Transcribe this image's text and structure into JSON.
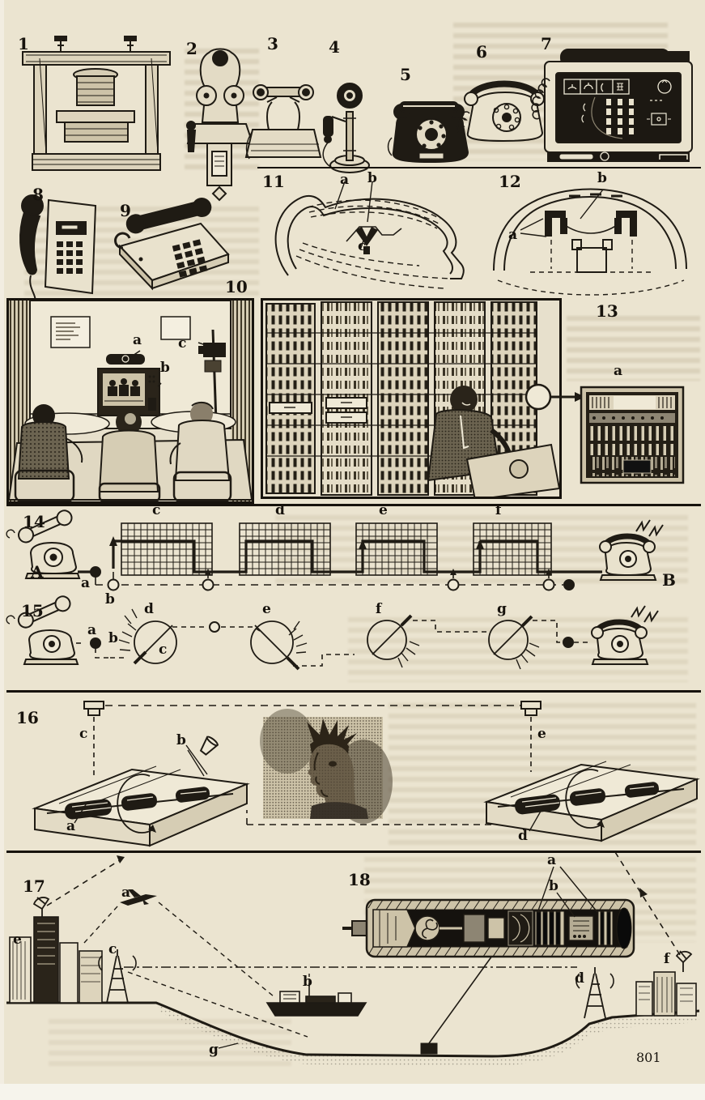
{
  "page": {
    "number": "801"
  },
  "figures": {
    "f1": {
      "num": "1"
    },
    "f2": {
      "num": "2"
    },
    "f3": {
      "num": "3"
    },
    "f4": {
      "num": "4"
    },
    "f5": {
      "num": "5"
    },
    "f6": {
      "num": "6"
    },
    "f7": {
      "num": "7"
    },
    "f8": {
      "num": "8"
    },
    "f9": {
      "num": "9"
    },
    "f10": {
      "num": "10",
      "a": "a",
      "b": "b",
      "c": "c"
    },
    "f11": {
      "num": "11",
      "a": "a",
      "b": "b",
      "c": "c"
    },
    "f12": {
      "num": "12",
      "a": "a",
      "b": "b"
    },
    "f13": {
      "num": "13",
      "a": "a"
    },
    "f14": {
      "num": "14",
      "A": "A",
      "B": "B",
      "a": "a",
      "b": "b",
      "c": "c",
      "d": "d",
      "e": "e",
      "f": "f"
    },
    "f15": {
      "num": "15",
      "a": "a",
      "b": "b",
      "c": "c",
      "d": "d",
      "e": "e",
      "f": "f",
      "g": "g"
    },
    "f16": {
      "num": "16",
      "a": "a",
      "b": "b",
      "c": "c",
      "d": "d",
      "e": "e"
    },
    "f17": {
      "num": "17",
      "a": "a",
      "b": "b",
      "c": "c",
      "e": "e",
      "g": "g"
    },
    "f18": {
      "num": "18",
      "a": "a",
      "b": "b",
      "d": "d",
      "f": "f"
    }
  }
}
